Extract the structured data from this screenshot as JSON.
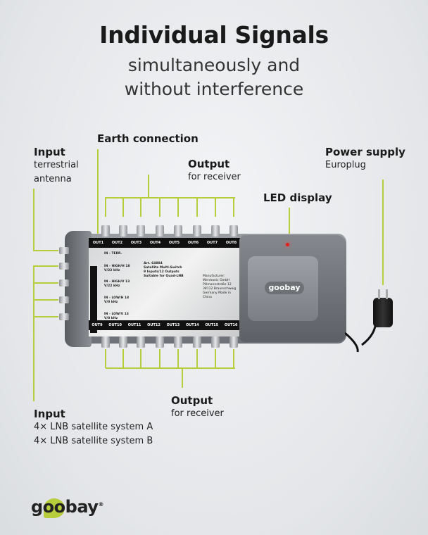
{
  "header": {
    "title": "Individual Signals",
    "subtitle_line1": "simultaneously and",
    "subtitle_line2": "without interference"
  },
  "callouts": {
    "earth": {
      "title": "Earth connection"
    },
    "terrestrial": {
      "title": "Input",
      "line1": "terrestrial",
      "line2": "antenna"
    },
    "output_top": {
      "title": "Output",
      "desc": "for receiver"
    },
    "power": {
      "title": "Power supply",
      "desc": "Europlug"
    },
    "led": {
      "title": "LED display"
    },
    "output_bottom": {
      "title": "Output",
      "desc": "for receiver"
    },
    "input_sat": {
      "title": "Input",
      "line1": "4× LNB satellite system A",
      "line2": "4× LNB satellite system B"
    }
  },
  "device": {
    "top_outputs": [
      "OUT1",
      "OUT2",
      "OUT3",
      "OUT4",
      "OUT5",
      "OUT6",
      "OUT7",
      "OUT8"
    ],
    "bottom_outputs": [
      "OUT9",
      "OUT10",
      "OUT11",
      "OUT12",
      "OUT13",
      "OUT14",
      "OUT15",
      "OUT16"
    ],
    "inputs": [
      "IN - TERR.",
      "IN - HIGH/H 18 V/22 kHz",
      "IN - HIGH/V 13 V/22 kHz",
      "IN - LOW/H 18 V/0 kHz",
      "IN - LOW/V 13 V/0 kHz"
    ],
    "art": "Art. 64884",
    "name": "Satellite Multi-Switch",
    "spec": "9 Inputs/12 Outputs",
    "suitable": "Suitable for Quad-LNB",
    "manufacturer": "Manufacturer: Wentronic GmbH Pillmannstraße 12 38112 Braunschweig Germany Made in China",
    "brand": "goobay"
  },
  "footer": {
    "logo": "goobay"
  },
  "colors": {
    "accent": "#b8cd3c",
    "led": "#e02020"
  }
}
